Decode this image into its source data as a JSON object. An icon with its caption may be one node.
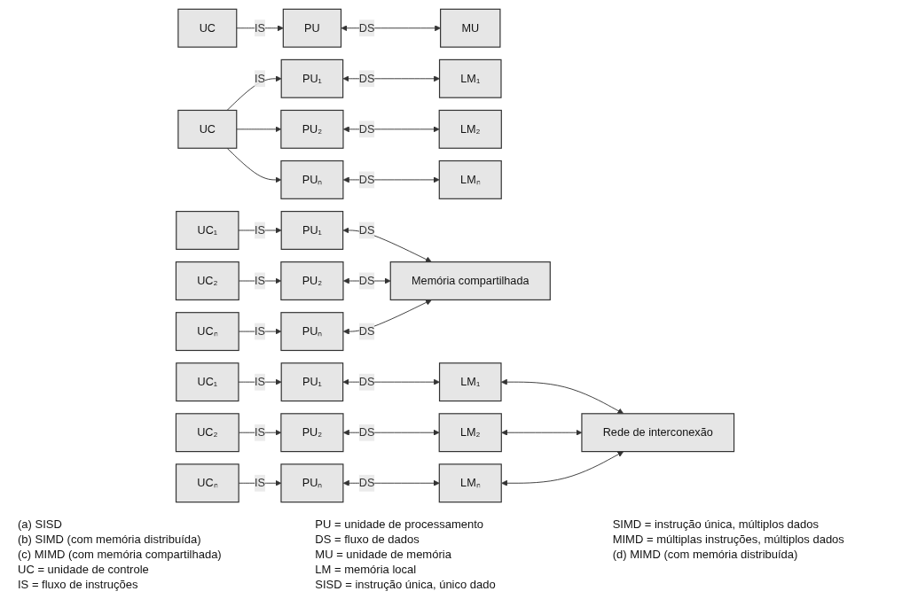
{
  "diagram": {
    "nodes": [
      {
        "text": [
          "UC"
        ]
      },
      {
        "text": [
          "PU"
        ]
      },
      {
        "text": [
          "MU"
        ]
      },
      {
        "text": [
          "UC"
        ]
      },
      {
        "text": [
          "PU₁"
        ]
      },
      {
        "text": [
          "LM₁"
        ]
      },
      {
        "text": [
          "PU₂"
        ]
      },
      {
        "text": [
          "LM₂"
        ]
      },
      {
        "text": [
          "PUₙ"
        ]
      },
      {
        "text": [
          "LMₙ"
        ]
      },
      {
        "text": [
          "UC₁"
        ]
      },
      {
        "text": [
          "PU₁"
        ]
      },
      {
        "text": [
          "UC₂"
        ]
      },
      {
        "text": [
          "PU₂"
        ]
      },
      {
        "text": [
          "UCₙ"
        ]
      },
      {
        "text": [
          "PUₙ"
        ]
      },
      {
        "text": [
          "Memória compartilhada"
        ]
      },
      {
        "text": [
          "UC₁"
        ]
      },
      {
        "text": [
          "PU₁"
        ]
      },
      {
        "text": [
          "LM₁"
        ]
      },
      {
        "text": [
          "UC₂"
        ]
      },
      {
        "text": [
          "PU₂"
        ]
      },
      {
        "text": [
          "LM₂"
        ]
      },
      {
        "text": [
          "UCₙ"
        ]
      },
      {
        "text": [
          "PUₙ"
        ]
      },
      {
        "text": [
          "LMₙ"
        ]
      },
      {
        "text": [
          "Rede de interconexão"
        ]
      }
    ],
    "edges": [
      {
        "from": 0,
        "to": 1,
        "arrow": "to",
        "label": "IS"
      },
      {
        "from": 1,
        "to": 2,
        "arrow": "both",
        "label": "DS"
      },
      {
        "from": 3,
        "to": 4,
        "arrow": "to",
        "label": "IS"
      },
      {
        "from": 3,
        "to": 6,
        "arrow": "to"
      },
      {
        "from": 3,
        "to": 8,
        "arrow": "to"
      },
      {
        "from": 4,
        "to": 5,
        "arrow": "both",
        "label": "DS"
      },
      {
        "from": 6,
        "to": 7,
        "arrow": "both",
        "label": "DS"
      },
      {
        "from": 8,
        "to": 9,
        "arrow": "both",
        "label": "DS"
      },
      {
        "from": 10,
        "to": 11,
        "arrow": "to",
        "label": "IS"
      },
      {
        "from": 11,
        "to": 16,
        "arrow": "both",
        "label": "DS"
      },
      {
        "from": 12,
        "to": 13,
        "arrow": "to",
        "label": "IS"
      },
      {
        "from": 13,
        "to": 16,
        "arrow": "both",
        "label": "DS"
      },
      {
        "from": 14,
        "to": 15,
        "arrow": "to",
        "label": "IS"
      },
      {
        "from": 15,
        "to": 16,
        "arrow": "both",
        "label": "DS"
      },
      {
        "from": 17,
        "to": 18,
        "arrow": "to",
        "label": "IS"
      },
      {
        "from": 18,
        "to": 19,
        "arrow": "both",
        "label": "DS"
      },
      {
        "from": 19,
        "to": 26,
        "arrow": "both"
      },
      {
        "from": 20,
        "to": 21,
        "arrow": "to",
        "label": "IS"
      },
      {
        "from": 21,
        "to": 22,
        "arrow": "both",
        "label": "DS"
      },
      {
        "from": 22,
        "to": 26,
        "arrow": "both"
      },
      {
        "from": 23,
        "to": 24,
        "arrow": "to",
        "label": "IS"
      },
      {
        "from": 24,
        "to": 25,
        "arrow": "both",
        "label": "DS"
      },
      {
        "from": 25,
        "to": 26,
        "arrow": "both"
      }
    ],
    "labels": [
      "(a) SISD",
      "(b) SIMD (com memória distribuída)",
      "(c) MIMD (com memória compartilhada)",
      "UC = unidade de controle",
      "IS = fluxo de instruções",
      "PU = unidade de processamento",
      "DS = fluxo de dados",
      "MU = unidade de memória",
      "LM = memória local",
      "SISD = instrução única, único dado",
      "SIMD = instrução única, múltiplos dados",
      "MIMD = múltiplas instruções, múltiplos dados",
      "(d) MIMD (com memória distribuída)"
    ]
  }
}
